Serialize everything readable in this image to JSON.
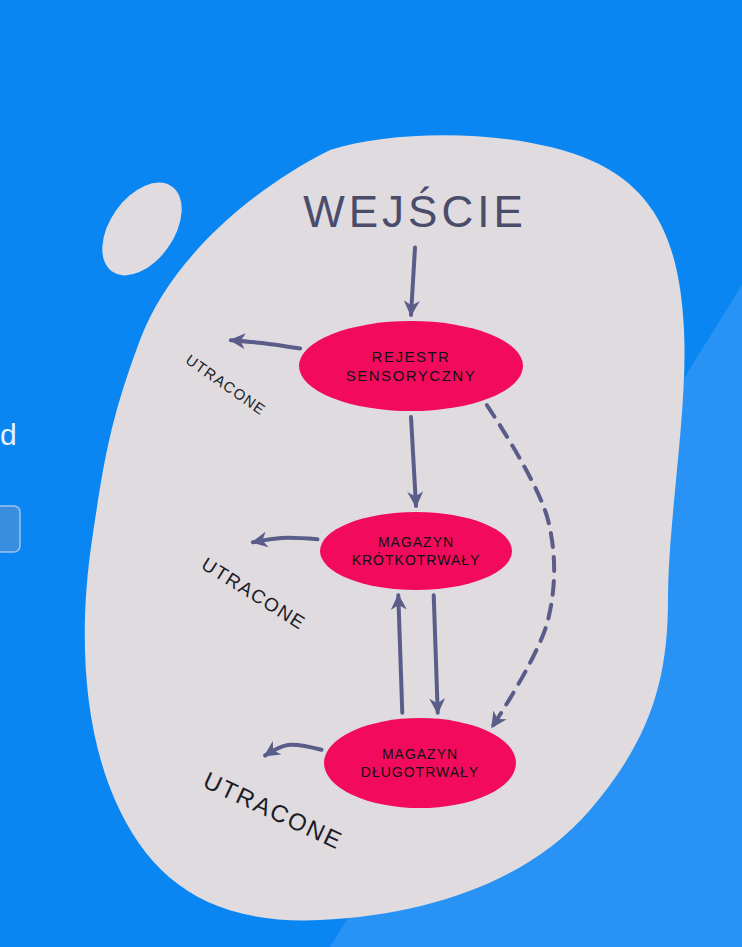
{
  "diagram": {
    "nodes": [
      {
        "text": [
          "WEJŚCIE"
        ]
      },
      {
        "text": [
          "REJESTR SENSORYCZNY"
        ]
      },
      {
        "text": [
          "UTRACONE"
        ]
      },
      {
        "text": [
          "MAGAZYN KRÓTKOTRWAŁY"
        ]
      },
      {
        "text": [
          "UTRACONE"
        ]
      },
      {
        "text": [
          "MAGAZYN DŁUGOTRWAŁY"
        ]
      },
      {
        "text": [
          "UTRACONE"
        ]
      }
    ],
    "edges": [
      {
        "from": 0,
        "to": 1,
        "arrow": "to"
      },
      {
        "from": 1,
        "to": 2,
        "arrow": "to"
      },
      {
        "from": 1,
        "to": 3,
        "arrow": "to"
      },
      {
        "from": 3,
        "to": 4,
        "arrow": "to"
      },
      {
        "from": 3,
        "to": 5,
        "arrow": "to"
      },
      {
        "from": 5,
        "to": 3,
        "arrow": "to"
      },
      {
        "from": 1,
        "to": 5,
        "arrow": "to"
      },
      {
        "from": 5,
        "to": 6,
        "arrow": "to"
      }
    ],
    "labels": [
      "d"
    ]
  }
}
